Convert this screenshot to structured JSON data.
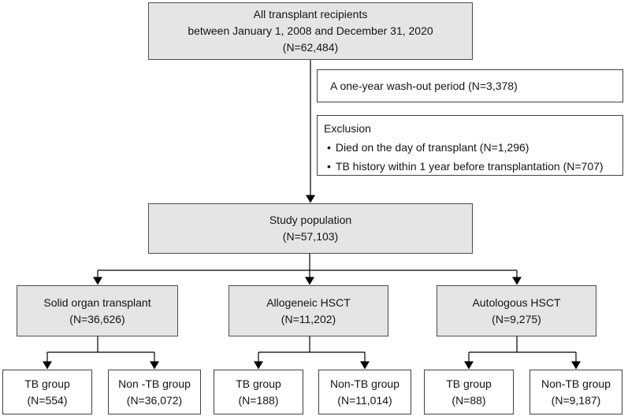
{
  "colors": {
    "gray_box_fill": "#e5e5e5",
    "white_box_fill": "#ffffff",
    "box_border": "#4d4d4d",
    "connector": "#000000"
  },
  "nodes": {
    "all_recipients": {
      "lines": [
        "All transplant recipients",
        "between January 1, 2008 and December 31, 2020",
        "(N=62,484)"
      ]
    },
    "washout": {
      "text": "A one-year wash-out period (N=3,378)"
    },
    "exclusion": {
      "title": "Exclusion",
      "bullet": "•",
      "items": [
        "Died on the day of transplant (N=1,296)",
        "TB history within 1 year before transplantation (N=707)"
      ]
    },
    "study_population": {
      "lines": [
        "Study population",
        "(N=57,103)"
      ]
    },
    "solid_organ": {
      "lines": [
        "Solid organ transplant",
        "(N=36,626)"
      ]
    },
    "allogeneic_hsct": {
      "lines": [
        "Allogeneic HSCT",
        "(N=11,202)"
      ]
    },
    "autologous_hsct": {
      "lines": [
        "Autologous HSCT",
        "(N=9,275)"
      ]
    },
    "sot_tb": {
      "lines": [
        "TB group",
        "(N=554)"
      ]
    },
    "sot_non_tb": {
      "lines": [
        "Non -TB group",
        "(N=36,072)"
      ]
    },
    "allo_tb": {
      "lines": [
        "TB group",
        "(N=188)"
      ]
    },
    "allo_non_tb": {
      "lines": [
        "Non-TB group",
        "(N=11,014)"
      ]
    },
    "auto_tb": {
      "lines": [
        "TB group",
        "(N=88)"
      ]
    },
    "auto_non_tb": {
      "lines": [
        "Non-TB group",
        "(N=9,187)"
      ]
    }
  }
}
